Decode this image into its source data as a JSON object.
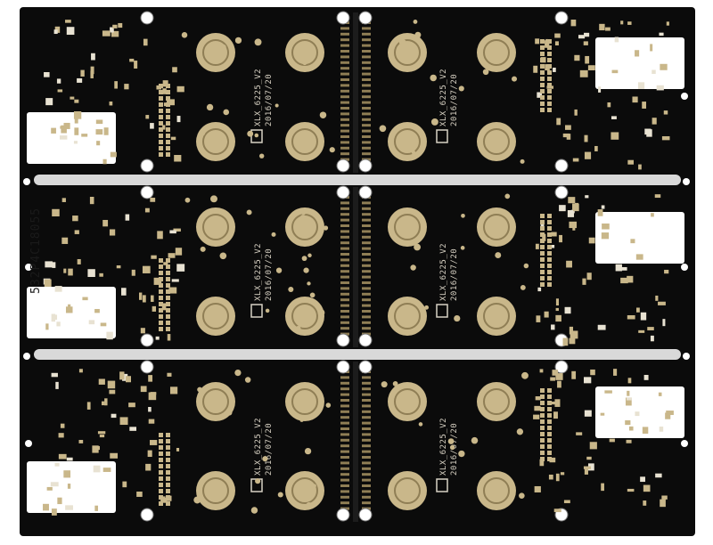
{
  "panel": {
    "side_code": "532P4C18055"
  },
  "boards": [
    {
      "label": "XLX_6225_V2",
      "date": "2016/07/20"
    },
    {
      "label": "XLX_6225_V2",
      "date": "2016/07/20"
    },
    {
      "label": "XLX_6225_V2",
      "date": "2016/07/20"
    },
    {
      "label": "XLX_6225_V2",
      "date": "2016/07/20"
    },
    {
      "label": "XLX_6225_V2",
      "date": "2016/07/20"
    },
    {
      "label": "XLX_6225_V2",
      "date": "2016/07/20"
    }
  ],
  "colors": {
    "board": "#0b0b0b",
    "pad_gold": "#c9b78a",
    "pad_gold_dark": "#8f7e55",
    "slot": "#d9d9d9",
    "background": "#ffffff"
  }
}
